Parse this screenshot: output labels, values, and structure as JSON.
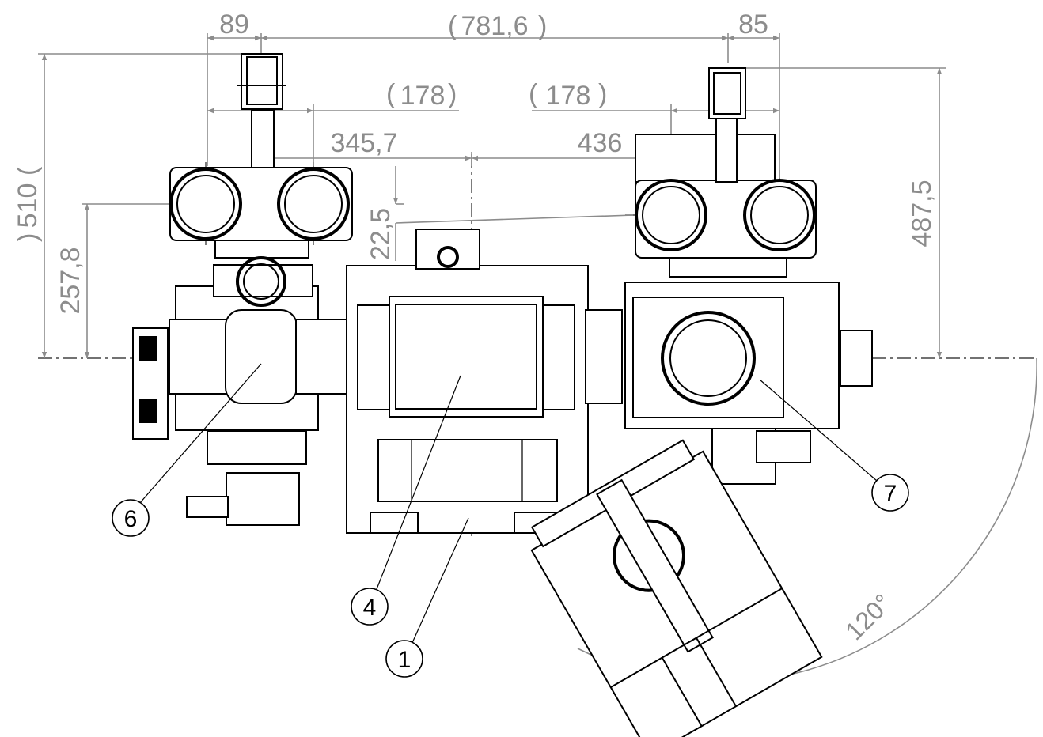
{
  "dimensions": {
    "d_89": "89",
    "d_781_6": "781,6",
    "d_85": "85",
    "d_178_left": "178",
    "d_178_right": "178",
    "d_345_7": "345,7",
    "d_436": "436",
    "d_510": "510",
    "d_257_8": "257,8",
    "d_22_5": "22,5",
    "d_487_5": "487,5",
    "angle_120": "120°"
  },
  "callouts": {
    "c1": "1",
    "c4": "4",
    "c6": "6",
    "c7": "7"
  },
  "colors": {
    "line": "#000000",
    "dimension": "#8c8c8c",
    "background": "#ffffff"
  }
}
